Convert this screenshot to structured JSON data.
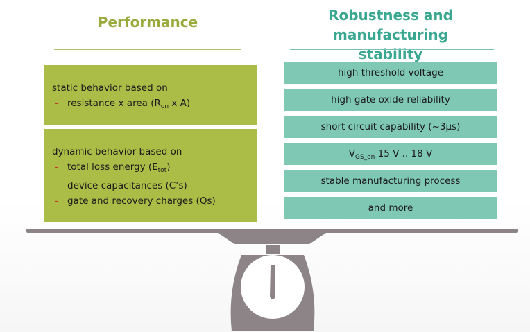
{
  "headings": {
    "performance": "Performance",
    "robustness": "Robustness and manufacturing stability"
  },
  "static_box": {
    "title": "static behavior based on",
    "items": [
      {
        "text_before": "resistance x area (R",
        "subscript": "on",
        "text_after": " x A)"
      }
    ]
  },
  "dynamic_box": {
    "title": "dynamic behavior based on",
    "items": [
      {
        "text_before": "total loss energy (E",
        "subscript": "tot",
        "text_after": ")"
      },
      {
        "text_before": "device capacitances (C’s)",
        "subscript": "",
        "text_after": ""
      },
      {
        "text_before": "gate and recovery charges (Q",
        "subscript": "",
        "text_after": "s)"
      }
    ]
  },
  "robustness_items": [
    {
      "text_before": "high threshold voltage",
      "subscript": "",
      "text_after": ""
    },
    {
      "text_before": "high gate oxide reliability",
      "subscript": "",
      "text_after": ""
    },
    {
      "text_before": "short circuit capability (~3µs)",
      "subscript": "",
      "text_after": ""
    },
    {
      "text_before": "V",
      "subscript": "GS_on",
      "text_after": " 15 V .. 18 V"
    },
    {
      "text_before": "stable manufacturing process",
      "subscript": "",
      "text_after": ""
    },
    {
      "text_before": "and more",
      "subscript": "",
      "text_after": ""
    }
  ],
  "bullet_marker": "-",
  "colors": {
    "green_box": "#abbd47",
    "teal_box": "#7fc8b4",
    "performance_heading": "#9aaa3c",
    "robustness_heading": "#3aa790",
    "bullet_dash": "#c0392b",
    "scale": "#8c8487"
  },
  "icons": [
    "balance-scale-icon"
  ]
}
